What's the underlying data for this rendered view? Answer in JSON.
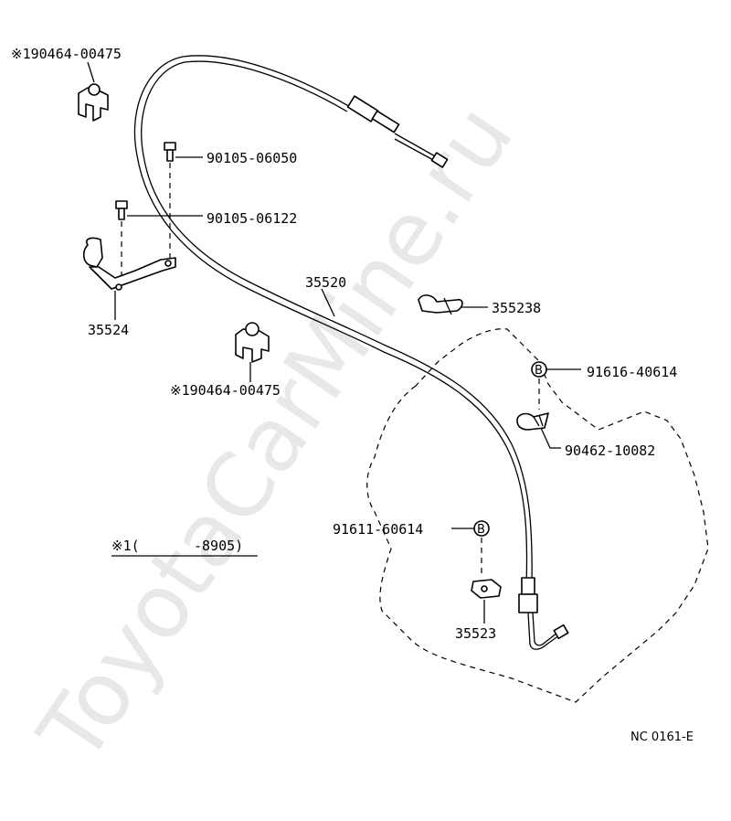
{
  "watermark": "ToyotaCarMine.ru",
  "diagram_code": "NC 0161-E",
  "note": {
    "mark": "※1(",
    "range": "-8905)"
  },
  "parts": {
    "clamp_top": "※190464-00475",
    "bolt_1": "90105-06050",
    "bolt_2": "90105-06122",
    "bracket": "35524",
    "clamp_lower": "※190464-00475",
    "cable": "35520",
    "clip": "355238",
    "bolt_b_right": "91616-40614",
    "bolt_b_right_mark": "B",
    "clip_right": "90462-10082",
    "bolt_b_lower": "91611-60614",
    "bolt_b_lower_mark": "B",
    "bracket_lower": "35523"
  }
}
